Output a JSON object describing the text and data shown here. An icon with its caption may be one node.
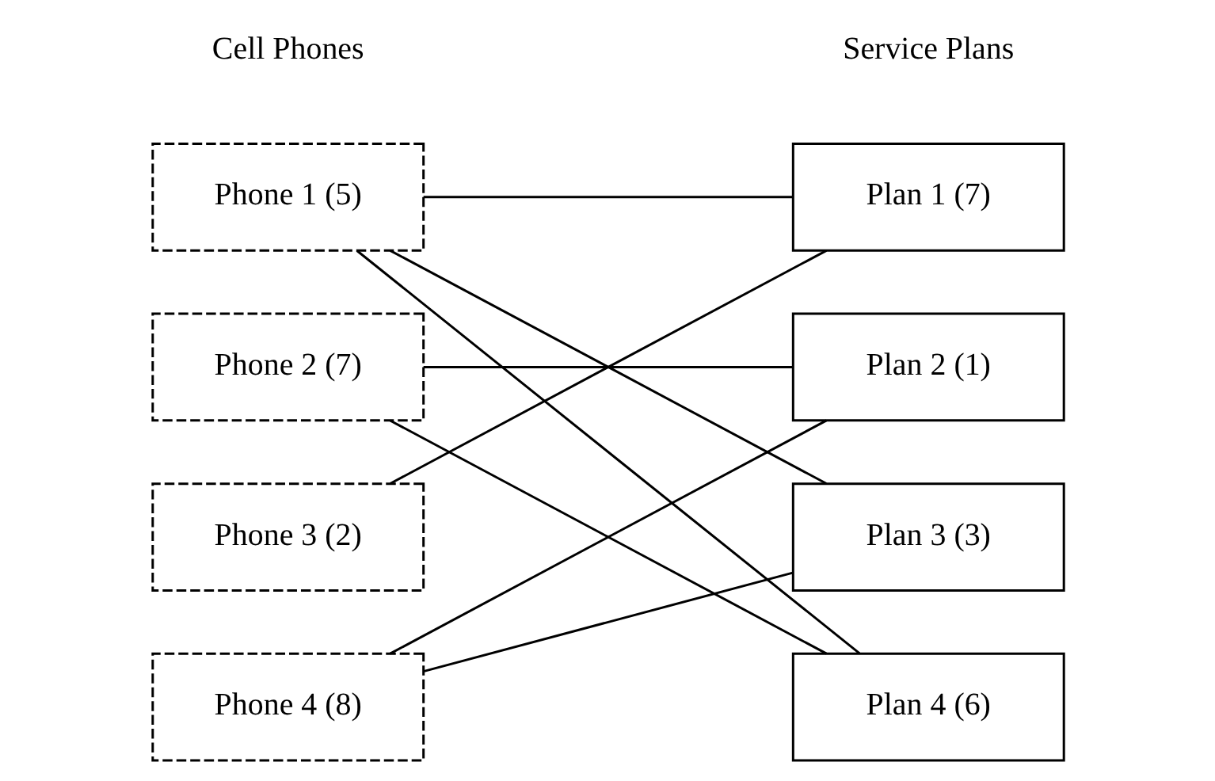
{
  "diagram": {
    "nodes": [
      {
        "text": [
          "Phone 1 (5)"
        ]
      },
      {
        "text": [
          "Phone 2 (7)"
        ]
      },
      {
        "text": [
          "Phone 3 (2)"
        ]
      },
      {
        "text": [
          "Phone 4 (8)"
        ]
      },
      {
        "text": [
          "Plan 1 (7)"
        ]
      },
      {
        "text": [
          "Plan 2 (1)"
        ]
      },
      {
        "text": [
          "Plan 3 (3)"
        ]
      },
      {
        "text": [
          "Plan 4 (6)"
        ]
      }
    ],
    "edges": [
      {
        "from": 0,
        "to": 4,
        "arrow": "none"
      },
      {
        "from": 0,
        "to": 6,
        "arrow": "none"
      },
      {
        "from": 0,
        "to": 7,
        "arrow": "none"
      },
      {
        "from": 1,
        "to": 5,
        "arrow": "none"
      },
      {
        "from": 1,
        "to": 7,
        "arrow": "none"
      },
      {
        "from": 2,
        "to": 4,
        "arrow": "none"
      },
      {
        "from": 3,
        "to": 5,
        "arrow": "none"
      },
      {
        "from": 3,
        "to": 6,
        "arrow": "none"
      }
    ],
    "labels": [
      "Cell Phones",
      "Service Plans"
    ]
  }
}
